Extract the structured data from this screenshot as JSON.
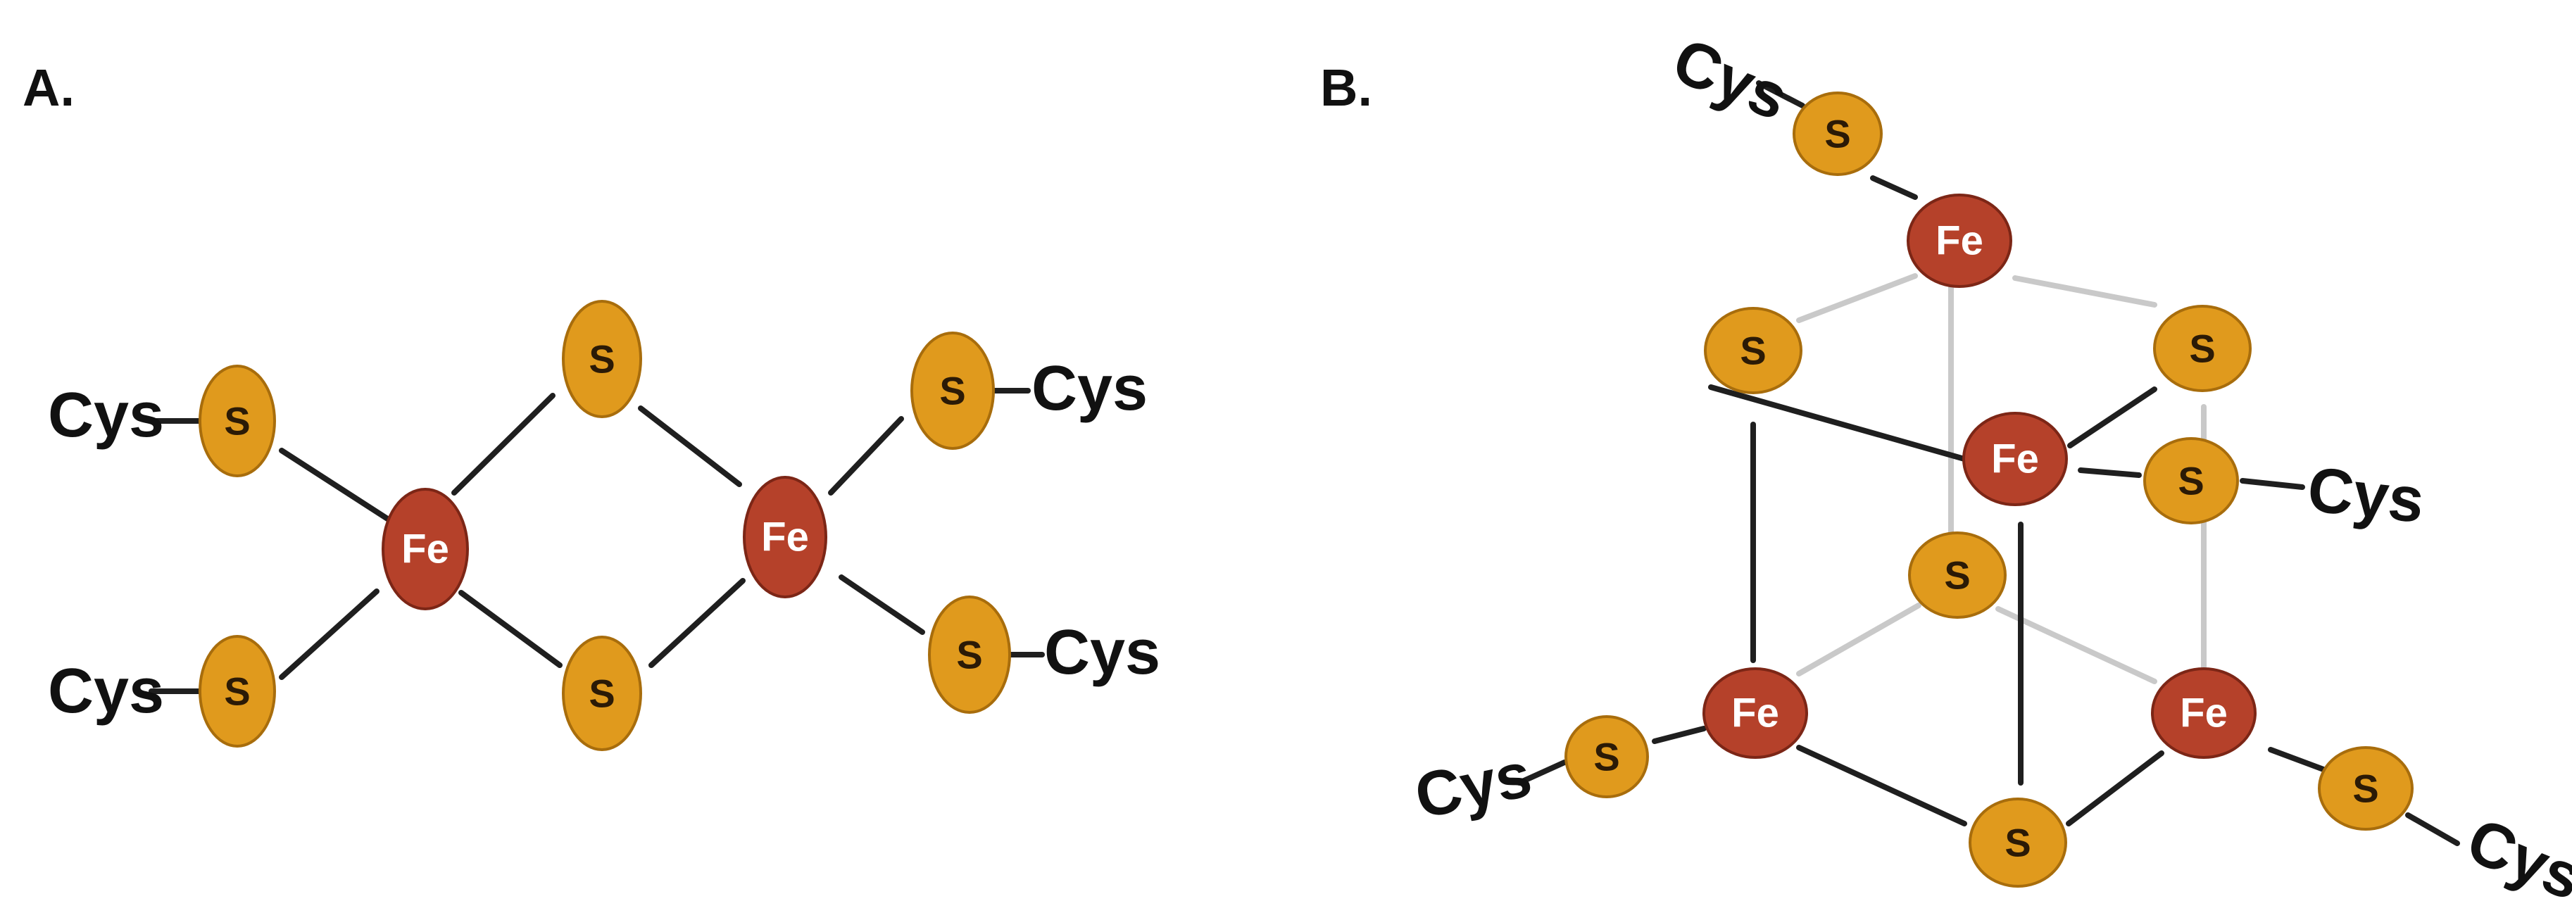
{
  "panels": {
    "a": {
      "label": "A."
    },
    "b": {
      "label": "B."
    }
  },
  "atoms": {
    "s": "S",
    "fe": "Fe",
    "cys": "Cys"
  },
  "colors": {
    "sulfur": "#e09a1d",
    "iron": "#b5412a",
    "bond": "#1f1f1f",
    "back_bond": "#c9c9c9"
  }
}
